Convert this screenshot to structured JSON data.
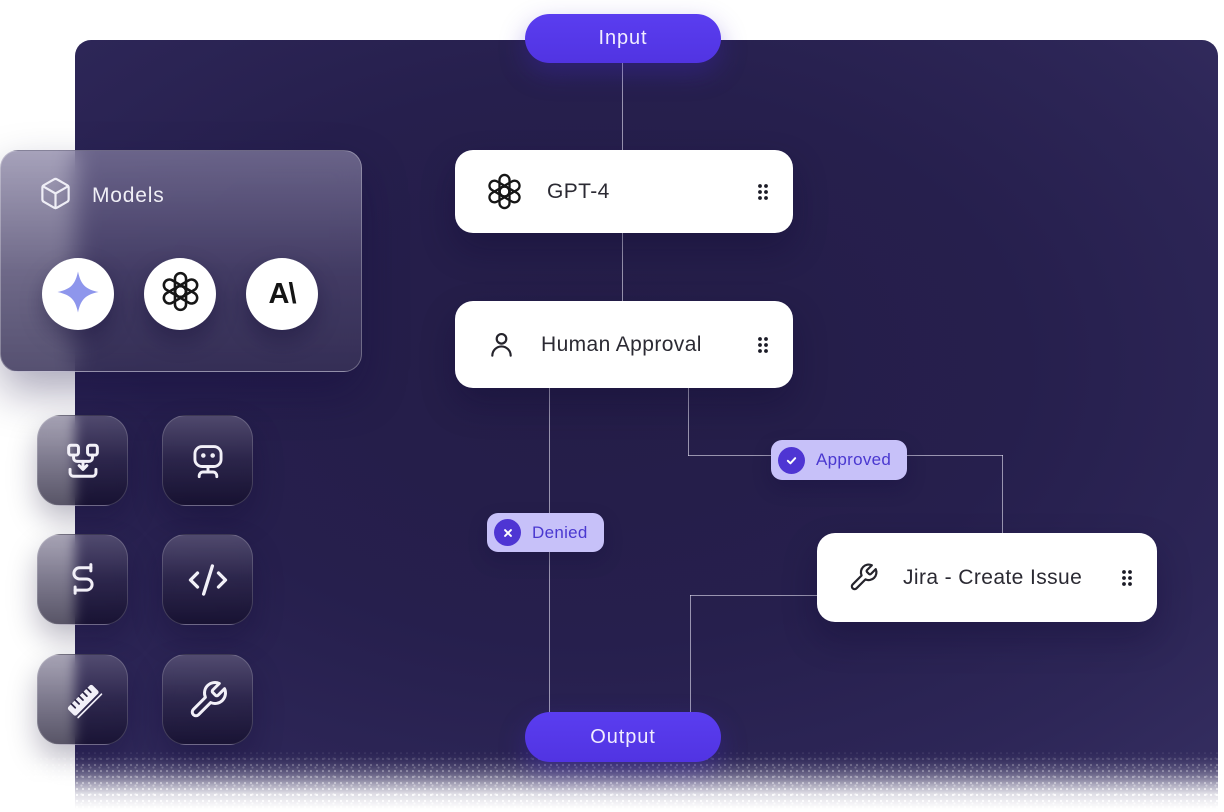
{
  "workflow": {
    "input": {
      "label": "Input"
    },
    "output": {
      "label": "Output"
    },
    "nodes": [
      {
        "label": "GPT-4",
        "icon": "openai-icon"
      },
      {
        "label": "Human Approval",
        "icon": "user-icon"
      },
      {
        "label": "Jira - Create Issue",
        "icon": "wrench-icon"
      }
    ],
    "branches": [
      {
        "label": "Approved",
        "icon": "check-icon"
      },
      {
        "label": "Denied",
        "icon": "x-icon"
      }
    ]
  },
  "models_panel": {
    "title": "Models",
    "icon": "box-icon",
    "models": [
      {
        "name": "Gemini",
        "icon": "sparkle-icon"
      },
      {
        "name": "OpenAI",
        "icon": "openai-icon"
      },
      {
        "name": "Anthropic",
        "icon": "anthropic-icon",
        "glyph": "A\\"
      }
    ]
  },
  "palette": [
    {
      "name": "merge",
      "icon": "merge-icon"
    },
    {
      "name": "agent",
      "icon": "robot-icon"
    },
    {
      "name": "flow",
      "icon": "route-icon"
    },
    {
      "name": "code",
      "icon": "code-icon"
    },
    {
      "name": "ruler",
      "icon": "ruler-icon"
    },
    {
      "name": "tools",
      "icon": "wrench-icon"
    }
  ],
  "colors": {
    "accent": "#5437E9",
    "badge_bg": "#C7C1F9",
    "badge_text": "#4A38D0",
    "badge_dot": "#4E35D3",
    "canvas_center": "#241D47",
    "canvas_edge": "#403870",
    "card_bg": "#FFFFFF",
    "card_text": "#2B2A33",
    "connector": "#E0DDEE",
    "sparkle": "#8E96EC"
  }
}
